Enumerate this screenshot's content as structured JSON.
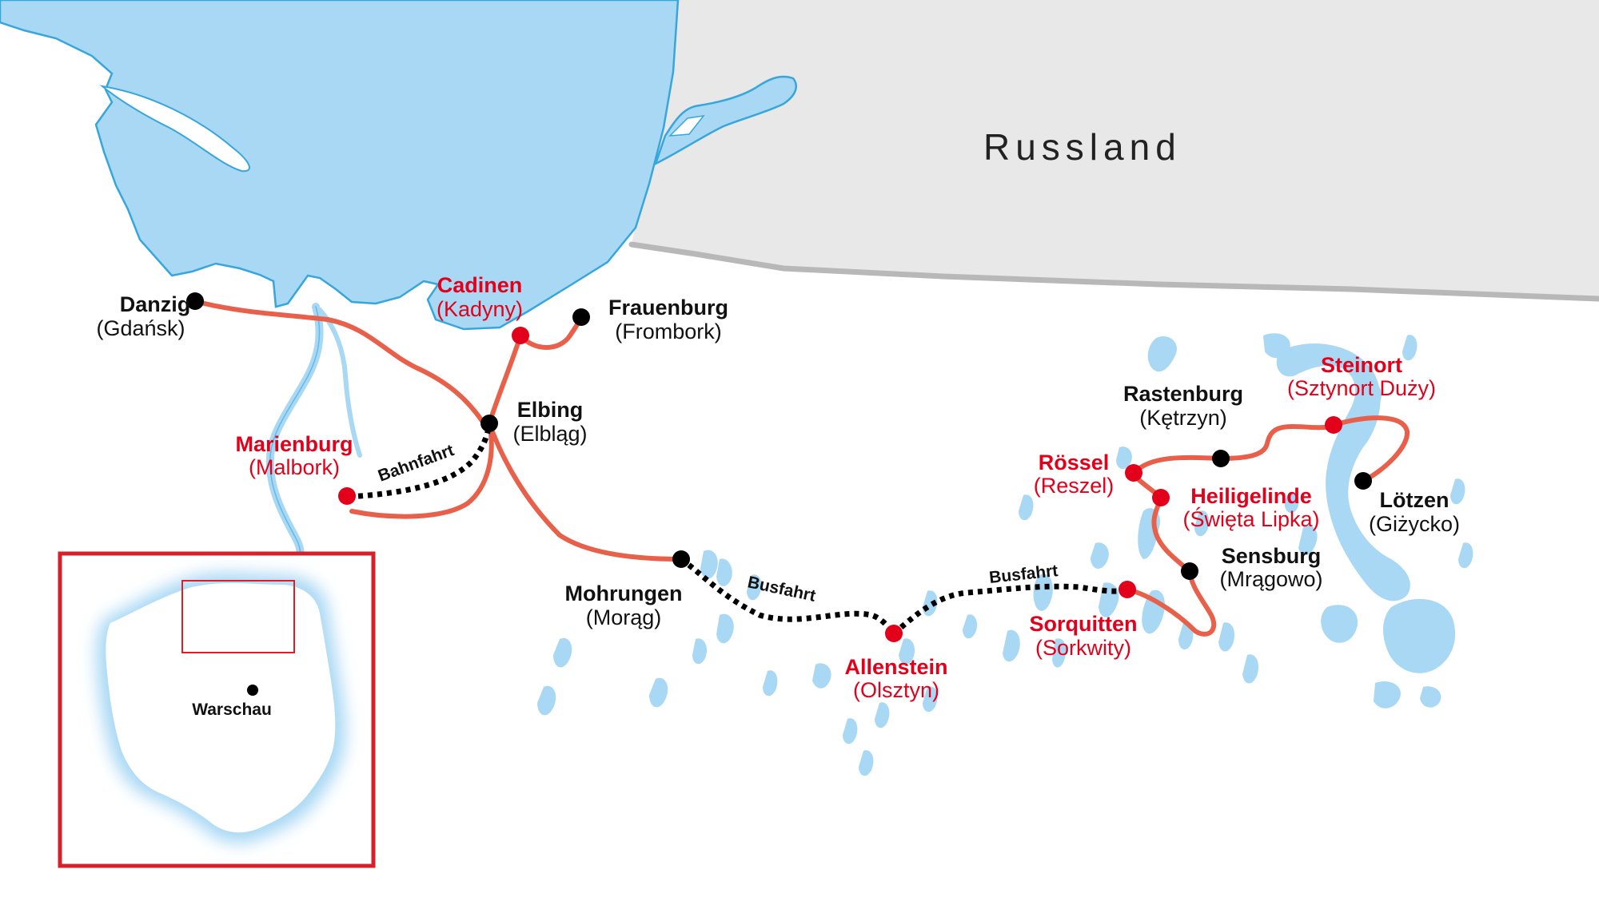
{
  "colors": {
    "water": "#a8d8f4",
    "water_stroke": "#37a6dc",
    "russia": "#e8e8e8",
    "border": "#b8b8b8",
    "route": "#e8604a",
    "dots_black": "#000000",
    "highlight": "#e2001a",
    "inset_frame": "#d9202a"
  },
  "country_label": "Russland",
  "places": [
    {
      "id": "danzig",
      "name": "Danzig",
      "local": "(Gdańsk)",
      "highlight": false
    },
    {
      "id": "cadinen",
      "name": "Cadinen",
      "local": "(Kadyny)",
      "highlight": true
    },
    {
      "id": "frauenburg",
      "name": "Frauenburg",
      "local": "(Frombork)",
      "highlight": false
    },
    {
      "id": "elbing",
      "name": "Elbing",
      "local": "(Elbląg)",
      "highlight": false
    },
    {
      "id": "marienburg",
      "name": "Marienburg",
      "local": "(Malbork)",
      "highlight": true
    },
    {
      "id": "mohrungen",
      "name": "Mohrungen",
      "local": "(Morąg)",
      "highlight": false
    },
    {
      "id": "allenstein",
      "name": "Allenstein",
      "local": "(Olsztyn)",
      "highlight": true
    },
    {
      "id": "sorquitten",
      "name": "Sorquitten",
      "local": "(Sorkwity)",
      "highlight": true
    },
    {
      "id": "sensburg",
      "name": "Sensburg",
      "local": "(Mrągowo)",
      "highlight": false
    },
    {
      "id": "heiligelinde",
      "name": "Heiligelinde",
      "local": "(Święta Lipka)",
      "highlight": true
    },
    {
      "id": "roessel",
      "name": "Rössel",
      "local": "(Reszel)",
      "highlight": true
    },
    {
      "id": "rastenburg",
      "name": "Rastenburg",
      "local": "(Kętrzyn)",
      "highlight": false
    },
    {
      "id": "steinort",
      "name": "Steinort",
      "local": "(Sztynort Duży)",
      "highlight": true
    },
    {
      "id": "loetzen",
      "name": "Lötzen",
      "local": "(Giżycko)",
      "highlight": false
    }
  ],
  "transfers": {
    "train": "Bahnfahrt",
    "bus1": "Busfahrt",
    "bus2": "Busfahrt"
  },
  "inset": {
    "capital": "Warschau"
  }
}
